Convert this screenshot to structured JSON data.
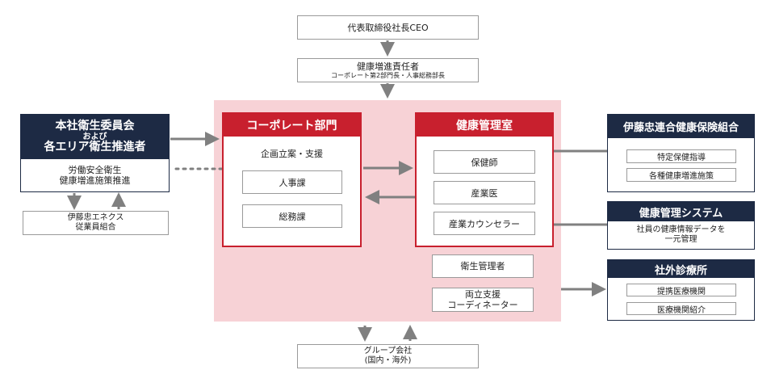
{
  "ceo": "代表取締役社長CEO",
  "health_officer": {
    "title": "健康増進責任者",
    "subtitle": "コーポレート第2部門長・人事総務部長"
  },
  "committee": {
    "title_line1": "本社衛生委員会",
    "title_line2": "および",
    "title_line3": "各エリア衛生推進者",
    "body_line1": "労働安全衛生",
    "body_line2": "健康増進施策推進"
  },
  "union": {
    "line1": "伊藤忠エネクス",
    "line2": "従業員組合"
  },
  "corporate": {
    "title": "コーポレート部門",
    "subtitle": "企画立案・支援",
    "items": [
      "人事課",
      "総務課"
    ]
  },
  "health_office": {
    "title": "健康管理室",
    "items": [
      "保健師",
      "産業医",
      "産業カウンセラー"
    ]
  },
  "hygiene_manager": "衛生管理者",
  "coordinator": {
    "line1": "両立支援",
    "line2": "コーディネーター"
  },
  "group": {
    "line1": "グループ会社",
    "line2": "(国内・海外)"
  },
  "insurance": {
    "title": "伊藤忠連合健康保険組合",
    "items": [
      "特定保健指導",
      "各種健康増進施策"
    ]
  },
  "system": {
    "title": "健康管理システム",
    "body_line1": "社員の健康情報データを",
    "body_line2": "一元管理"
  },
  "clinic": {
    "title": "社外診療所",
    "items": [
      "提携医療機関",
      "医療機関紹介"
    ]
  },
  "colors": {
    "red": "#c8202e",
    "navy": "#1d2a44",
    "pink": "#f7d2d6",
    "arrow": "#808080"
  }
}
